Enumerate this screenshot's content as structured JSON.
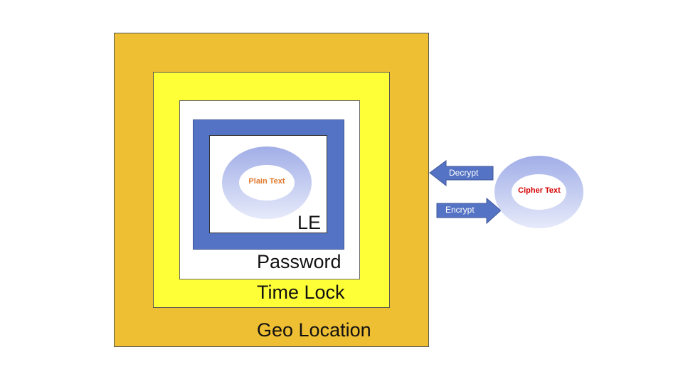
{
  "layers": {
    "geo_location": {
      "label": "Geo Location",
      "color": "#EEBE33"
    },
    "time_lock": {
      "label": "Time Lock",
      "color": "#FFFF38"
    },
    "password": {
      "label": "Password",
      "color": "#FFFFFF"
    },
    "le": {
      "label": "LE",
      "color": "#5573C4"
    }
  },
  "plain_text": {
    "label": "Plain Text",
    "color": "#E0782E"
  },
  "cipher_text": {
    "label": "Cipher Text",
    "color": "#D40000"
  },
  "arrows": {
    "decrypt": {
      "label": "Decrypt",
      "color": "#5573C4"
    },
    "encrypt": {
      "label": "Encrypt",
      "color": "#5573C4"
    }
  }
}
